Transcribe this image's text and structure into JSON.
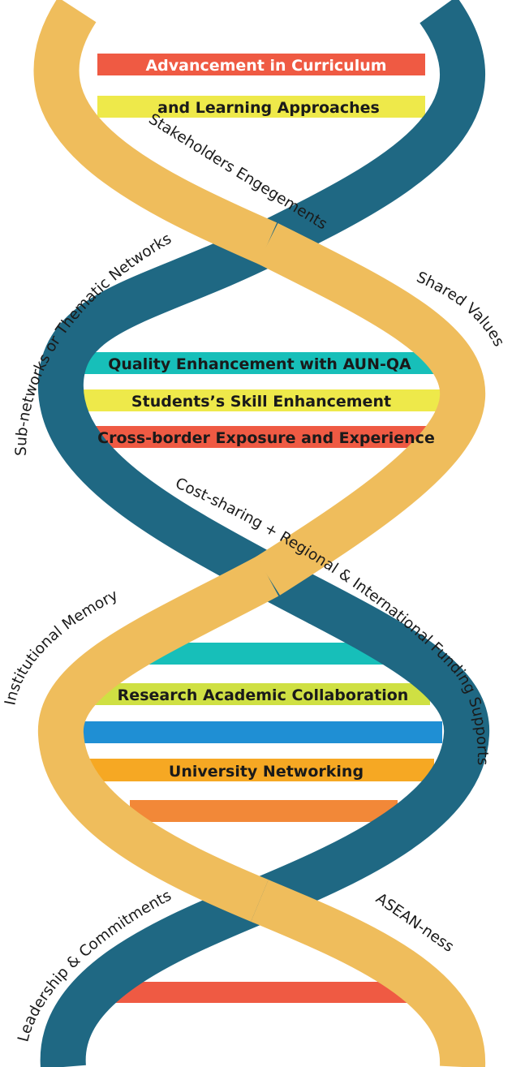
{
  "colors": {
    "strand_gold": "#efbd5c",
    "strand_teal": "#1f6883",
    "red": "#ef5a43",
    "yellow": "#eee94a",
    "turquoise": "#17bfb9",
    "lime": "#cfe043",
    "blue": "#1f8fd4",
    "amber": "#f6a823",
    "orange": "#f28838"
  },
  "rungs": {
    "r1": "Advancement in Curriculum",
    "r2": "and Learning Approaches",
    "r3": "Quality Enhancement with AUN-QA",
    "r4": "Students’s Skill Enhancement",
    "r5": "Cross-border Exposure and Experience",
    "r7": "Research Academic Collaboration",
    "r9": "University Networking"
  },
  "strand_labels": {
    "stakeholders": "Stakeholders Engegements",
    "subnetworks": "Sub-networks or Thematic Networks",
    "shared_values": "Shared Values",
    "cost_sharing": "Cost-sharing + Regional & International Funding Supports",
    "institutional_memory": "Institutional Memory",
    "leadership": "Leadership & Commitments",
    "aseanness": "ASEAN-ness"
  }
}
